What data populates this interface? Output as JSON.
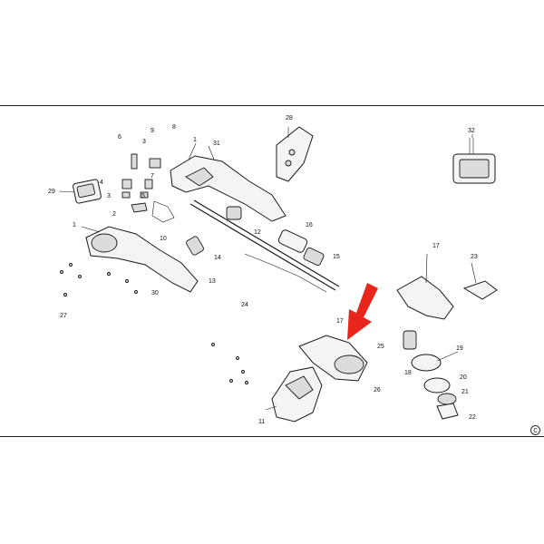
{
  "diagram": {
    "copyright_symbol": "c",
    "labels": [
      {
        "id": "p1a",
        "text": "1"
      },
      {
        "id": "p1b",
        "text": "1"
      },
      {
        "id": "p2",
        "text": "2"
      },
      {
        "id": "p3a",
        "text": "3"
      },
      {
        "id": "p3b",
        "text": "3"
      },
      {
        "id": "p4",
        "text": "4"
      },
      {
        "id": "p5",
        "text": "5"
      },
      {
        "id": "p6",
        "text": "6"
      },
      {
        "id": "p7",
        "text": "7"
      },
      {
        "id": "p8",
        "text": "8"
      },
      {
        "id": "p9",
        "text": "9"
      },
      {
        "id": "p10",
        "text": "10"
      },
      {
        "id": "p11",
        "text": "11"
      },
      {
        "id": "p12",
        "text": "12"
      },
      {
        "id": "p13",
        "text": "13"
      },
      {
        "id": "p14",
        "text": "14"
      },
      {
        "id": "p15",
        "text": "15"
      },
      {
        "id": "p16",
        "text": "16"
      },
      {
        "id": "p17a",
        "text": "17"
      },
      {
        "id": "p17b",
        "text": "17"
      },
      {
        "id": "p18",
        "text": "18"
      },
      {
        "id": "p19",
        "text": "19"
      },
      {
        "id": "p20",
        "text": "20"
      },
      {
        "id": "p21",
        "text": "21"
      },
      {
        "id": "p22",
        "text": "22"
      },
      {
        "id": "p23",
        "text": "23"
      },
      {
        "id": "p24",
        "text": "24"
      },
      {
        "id": "p25",
        "text": "25"
      },
      {
        "id": "p26",
        "text": "26"
      },
      {
        "id": "p27",
        "text": "27"
      },
      {
        "id": "p28",
        "text": "28"
      },
      {
        "id": "p29",
        "text": "29"
      },
      {
        "id": "p30",
        "text": "30"
      },
      {
        "id": "p31",
        "text": "31"
      },
      {
        "id": "p32",
        "text": "32"
      }
    ],
    "highlight_color": "#e8261c"
  }
}
